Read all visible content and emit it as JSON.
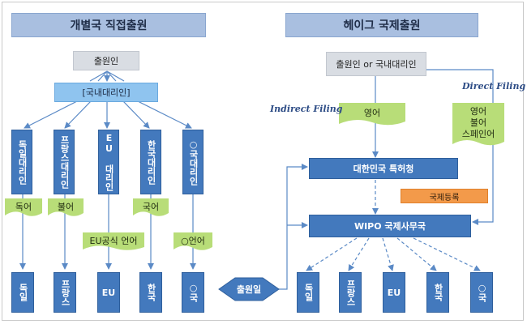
{
  "left": {
    "header": "개별국 직접출원",
    "applicant": "출원인",
    "domestic_agent": "[국내대리인]",
    "agents": [
      "독일대리인",
      "프랑스대리인",
      "EU 대리인",
      "한국대리인",
      "○국대리인"
    ],
    "languages": [
      "독어",
      "불어",
      "EU공식 언어",
      "국어",
      "○언어"
    ],
    "countries": [
      "독일",
      "프랑스",
      "EU",
      "한국",
      "○국"
    ]
  },
  "right": {
    "header": "헤이그 국제출원",
    "applicant": "출원인 or 국내대리인",
    "indirect_label": "Indirect Filing",
    "direct_label": "Direct Filing",
    "indirect_language": "영어",
    "direct_languages": [
      "영어",
      "불어",
      "스페인어"
    ],
    "kipo": "대한민국 특허청",
    "registration": "국제등록",
    "wipo": "WIPO 국제사무국",
    "countries": [
      "독일",
      "프랑스",
      "EU",
      "한국",
      "○국"
    ]
  },
  "filing_date": "출원일",
  "colors": {
    "header": "#a9bfe0",
    "blue_box": "#4379bd",
    "light_blue": "#8fc4ef",
    "green_tag": "#b8dd78",
    "orange": "#f39a4a",
    "arrow": "#5b8ac6"
  }
}
